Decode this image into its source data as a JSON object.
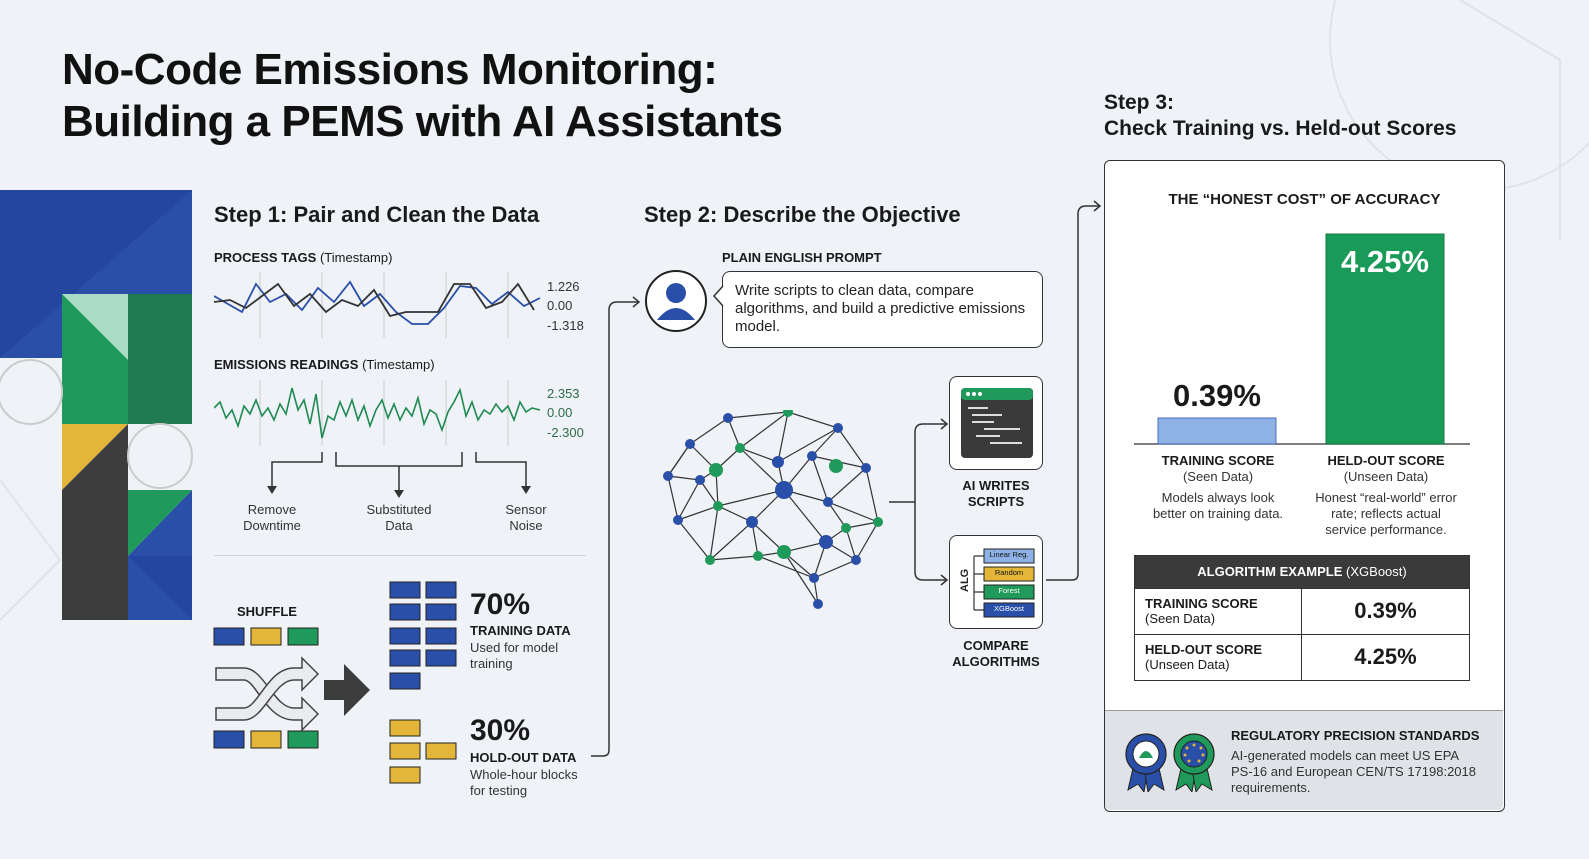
{
  "title_line1": "No-Code Emissions Monitoring:",
  "title_line2": "Building a PEMS with AI Assistants",
  "step1": {
    "heading": "Step 1: Pair and Clean the Data",
    "process_label": "PROCESS TAGS",
    "process_sub": "(Timestamp)",
    "process_ticks": [
      "1.226",
      "0.00",
      "-1.318"
    ],
    "emissions_label": "EMISSIONS READINGS",
    "emissions_sub": "(Timestamp)",
    "emissions_ticks": [
      "2.353",
      "0.00",
      "-2.300"
    ],
    "clean_1a": "Remove",
    "clean_1b": "Downtime",
    "clean_2a": "Substituted",
    "clean_2b": "Data",
    "clean_3a": "Sensor",
    "clean_3b": "Noise",
    "shuffle_label": "SHUFFLE",
    "train_pct": "70%",
    "train_label": "TRAINING DATA",
    "train_desc1": "Used for model",
    "train_desc2": "training",
    "hold_pct": "30%",
    "hold_label": "HOLD-OUT DATA",
    "hold_desc1": "Whole-hour blocks",
    "hold_desc2": "for testing"
  },
  "step2": {
    "heading": "Step 2: Describe the Objective",
    "prompt_label": "PLAIN ENGLISH PROMPT",
    "prompt_text": "Write scripts to clean data, compare algorithms, and build a predictive emissions model.",
    "scripts_1": "AI WRITES",
    "scripts_2": "SCRIPTS",
    "compare_1": "COMPARE",
    "compare_2": "ALGORITHMS",
    "algos": [
      "Linear Reg.",
      "Random",
      "Forest",
      "XGBoost"
    ],
    "alg_side": "ALG"
  },
  "step3": {
    "heading1": "Step 3:",
    "heading2": "Check Training vs. Held-out Scores",
    "panel_title": "THE “HONEST COST” OF ACCURACY",
    "train_title": "TRAINING SCORE",
    "train_sub": "(Seen Data)",
    "train_desc1": "Models always look",
    "train_desc2": "better on training data.",
    "held_title": "HELD-OUT SCORE",
    "held_sub": "(Unseen Data)",
    "held_desc1": "Honest “real-world” error",
    "held_desc2": "rate; reflects actual",
    "held_desc3": "service performance.",
    "alg_head": "ALGORITHM EXAMPLE",
    "alg_head_sub": "(XGBoost)",
    "row1_label": "TRAINING SCORE",
    "row1_sub": "(Seen Data)",
    "row1_val": "0.39%",
    "row2_label": "HELD-OUT SCORE",
    "row2_sub": "(Unseen Data)",
    "row2_val": "4.25%",
    "reg_title": "REGULATORY PRECISION STANDARDS",
    "reg_1": "AI-generated models can meet US EPA",
    "reg_2": "PS-16 and European CEN/TS 17198:2018",
    "reg_3": "requirements."
  },
  "chart_data": {
    "type": "bar",
    "categories": [
      "TRAINING SCORE",
      "HELD-OUT SCORE"
    ],
    "values": [
      0.39,
      4.25
    ],
    "value_labels": [
      "0.39%",
      "4.25%"
    ],
    "colors": [
      "#8fb2e6",
      "#1a9a58"
    ]
  },
  "colors": {
    "blue": "#2a4fa8",
    "green": "#1f9a5a",
    "yellow": "#e3b63a",
    "dark": "#3d3d3d"
  }
}
